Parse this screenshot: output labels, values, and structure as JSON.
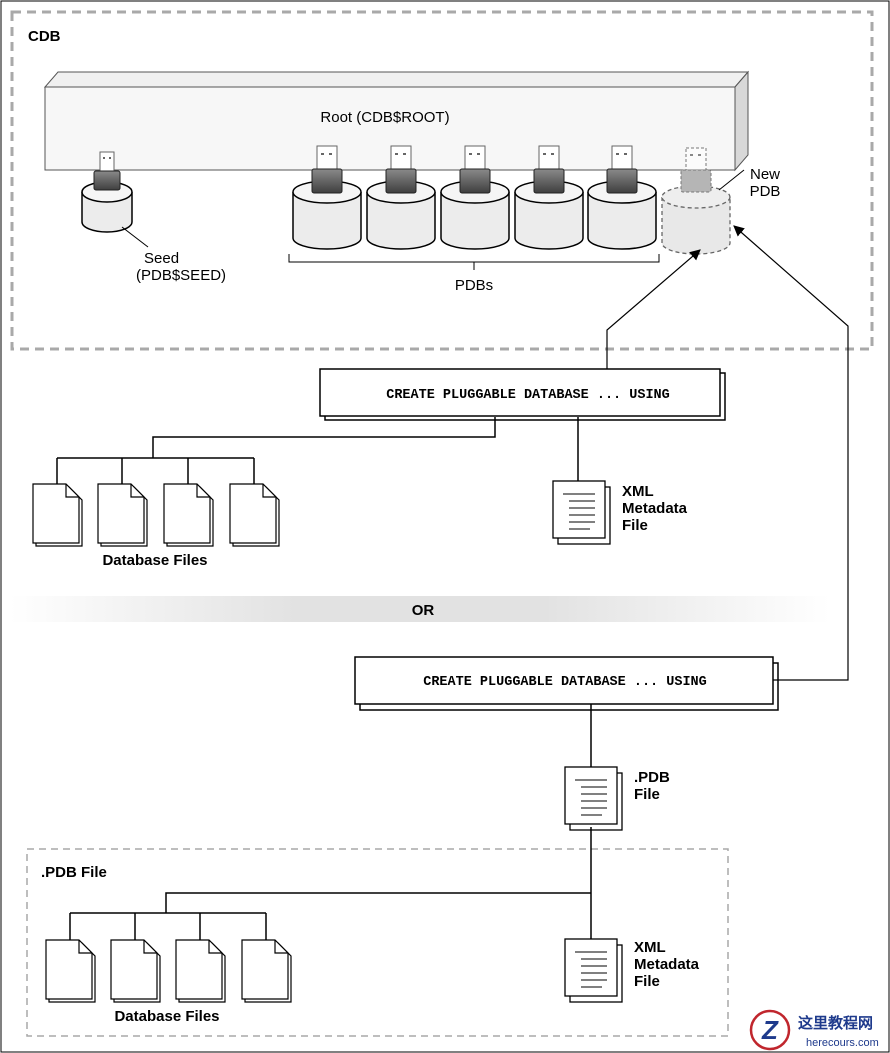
{
  "cdb": {
    "title": "CDB",
    "root_label": "Root (CDB$ROOT)",
    "seed_label_line1": "Seed",
    "seed_label_line2": "(PDB$SEED)",
    "pdbs_label": "PDBs",
    "new_pdb_line1": "New",
    "new_pdb_line2": "PDB"
  },
  "upper": {
    "command": "CREATE PLUGGABLE DATABASE ... USING",
    "database_files_label": "Database Files",
    "xml_line1": "XML",
    "xml_line2": "Metadata",
    "xml_line3": "File"
  },
  "separator": {
    "label": "OR"
  },
  "lower": {
    "command": "CREATE PLUGGABLE DATABASE ... USING",
    "pdb_file_line1": ".PDB",
    "pdb_file_line2": "File",
    "box_title": ".PDB File",
    "database_files_label": "Database Files",
    "xml_line1": "XML",
    "xml_line2": "Metadata",
    "xml_line3": "File"
  },
  "watermark": {
    "logo_letter": "Z",
    "cn_text": "这里教程网",
    "url": "herecours.com"
  },
  "colors": {
    "dash_border": "#a9a9a9",
    "cylinder_fill": "#ececec",
    "plug_fill": "#5f5f5f",
    "watermark_blue": "#1e3a8c",
    "watermark_red": "#c0262d"
  }
}
